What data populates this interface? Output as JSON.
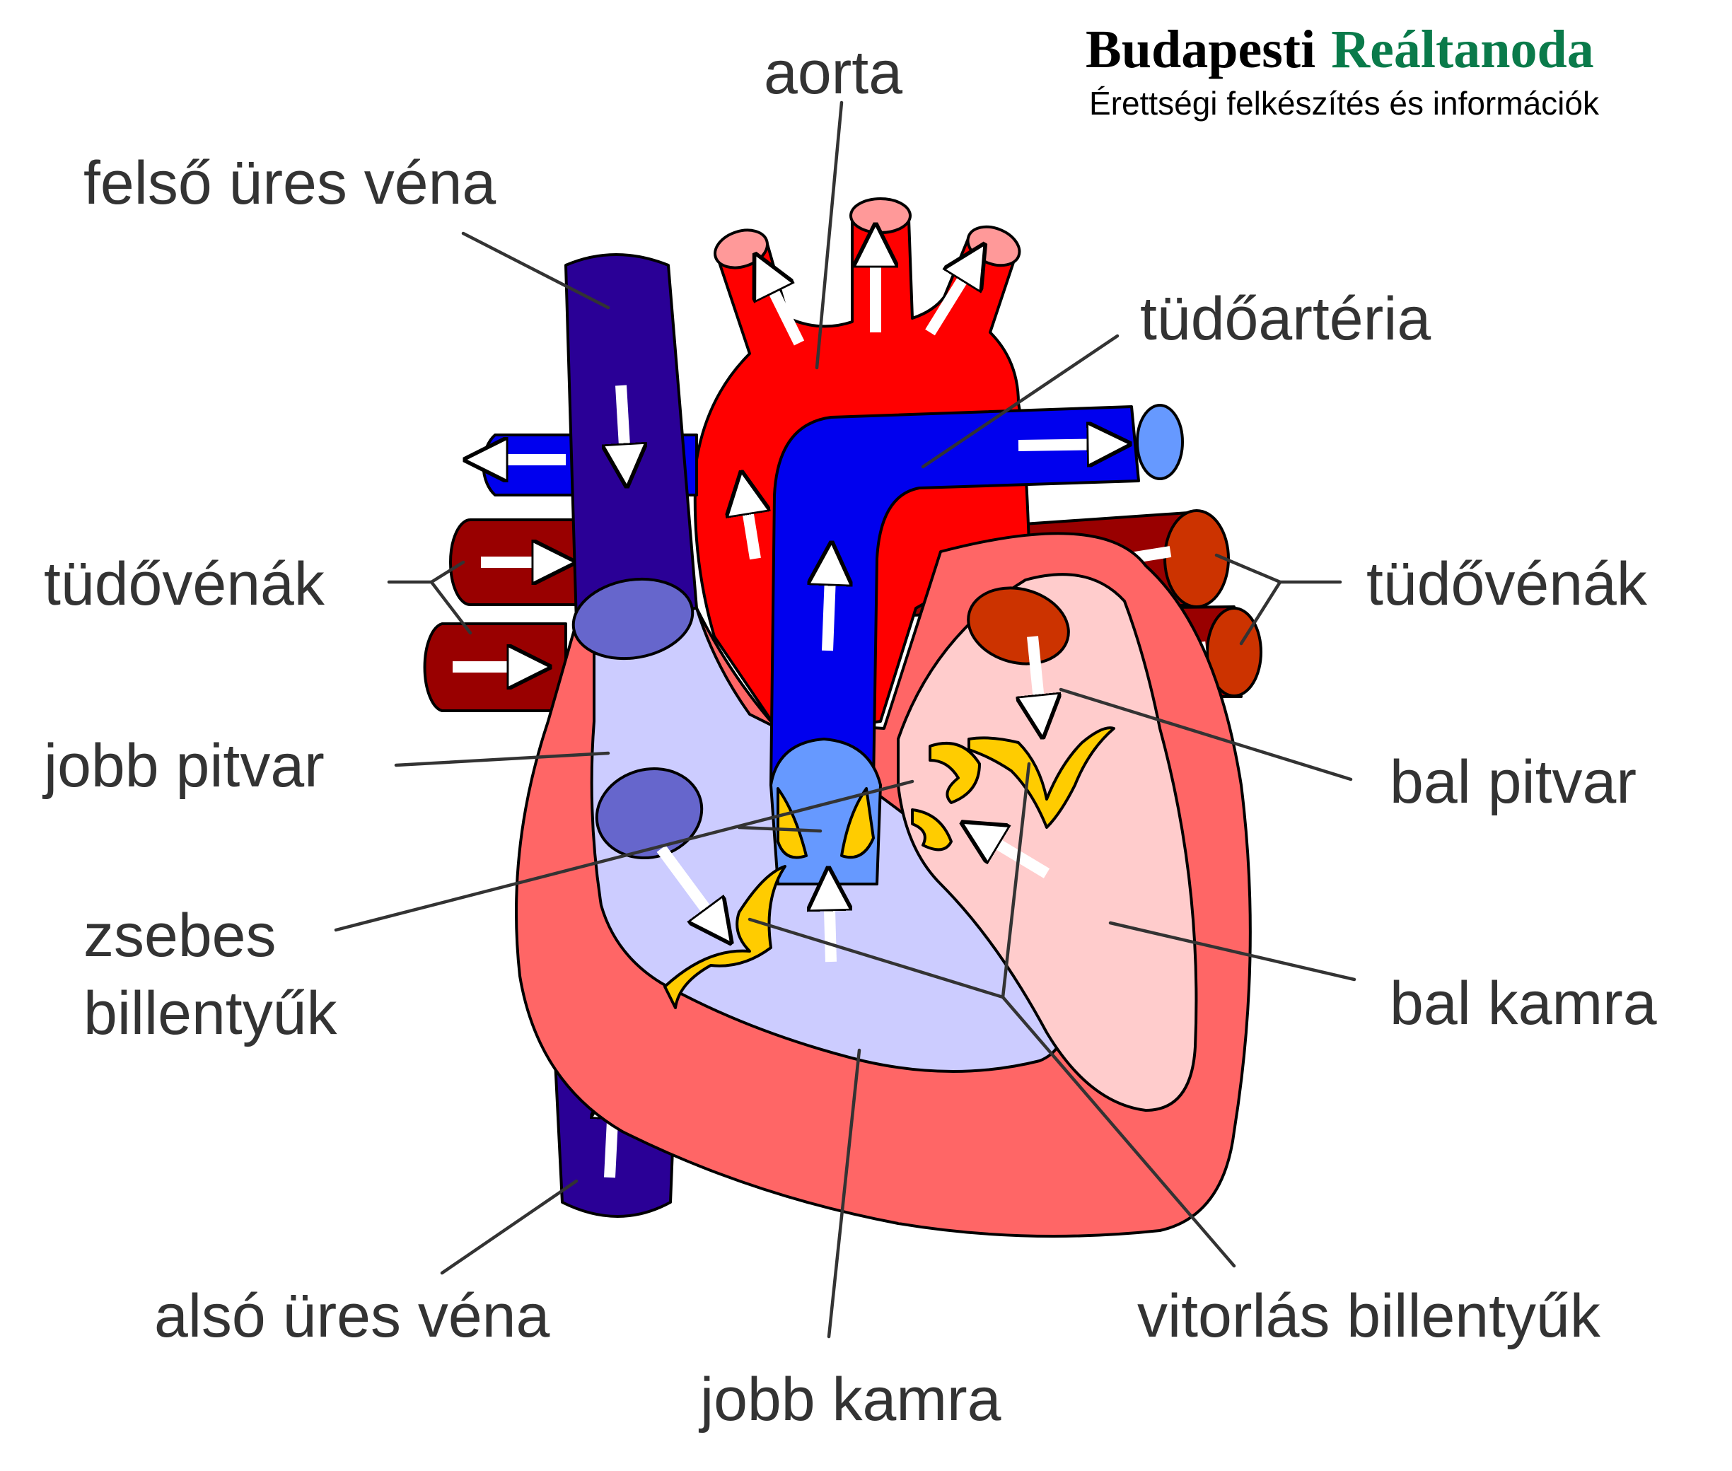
{
  "branding": {
    "name_part1": "Budapesti",
    "name_part2": "Reáltanoda",
    "tagline": "Érettségi felkészítés és információk",
    "color_part1": "#000000",
    "color_part2": "#0a7a4a"
  },
  "labels": {
    "aorta": "aorta",
    "superior_vena_cava": "felső üres véna",
    "pulmonary_artery": "tüdőartéria",
    "pulmonary_veins_left": "tüdővénák",
    "pulmonary_veins_right": "tüdővénák",
    "right_atrium": "jobb pitvar",
    "left_atrium": "bal pitvar",
    "semilunar_valves_line1": "zsebes",
    "semilunar_valves_line2": "billentyűk",
    "left_ventricle": "bal kamra",
    "inferior_vena_cava": "alsó üres véna",
    "atrioventricular_valves": "vitorlás billentyűk",
    "right_ventricle": "jobb kamra"
  },
  "colors": {
    "vena_cava": "#2a0096",
    "pulmonary_artery": "#0000ee",
    "pulmonary_artery_opening": "#6699ff",
    "aorta": "#ff0000",
    "aorta_opening": "#ff9999",
    "pulmonary_vein": "#990000",
    "pulmonary_vein_opening": "#cc3300",
    "heart_wall": "#ff6666",
    "right_chambers": "#ccccff",
    "right_openings": "#6666cc",
    "left_chambers": "#ffcccc",
    "valves": "#ffcc00",
    "label_text": "#333333"
  }
}
